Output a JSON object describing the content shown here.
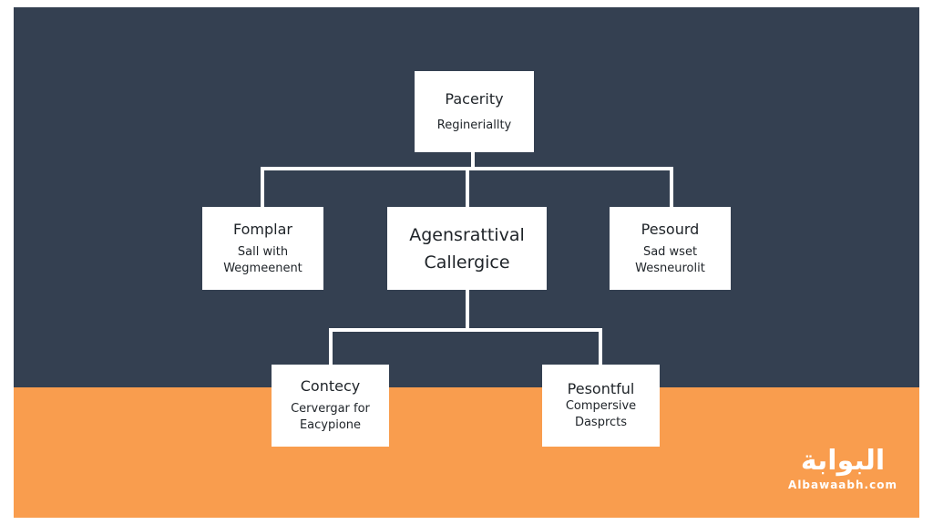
{
  "diagram": {
    "root": {
      "title": "Pacerity",
      "subtitle": [
        "Regineriallty"
      ]
    },
    "left": {
      "title": "Fomplar",
      "subtitle": [
        "Sall with",
        "Wegmeenent"
      ]
    },
    "center": {
      "title": [
        "Agensrattival",
        "Callergice"
      ]
    },
    "right": {
      "title": "Pesourd",
      "subtitle": [
        "Sad wset",
        "Wesneurolit"
      ]
    },
    "bottom_left": {
      "title": "Contecy",
      "subtitle": [
        "Cervergar for",
        "Eacypione"
      ]
    },
    "bottom_right": {
      "title": [
        "Pesontful",
        "Compersive",
        "Dasprcts"
      ]
    }
  },
  "watermark": {
    "arabic": "البوابة",
    "latin": "Albawaabh.com"
  },
  "colors": {
    "top_panel": "#344051",
    "bottom_panel": "#f99d4e",
    "connector": "#ffffff",
    "node_bg": "#ffffff",
    "node_text": "#1e2328"
  }
}
